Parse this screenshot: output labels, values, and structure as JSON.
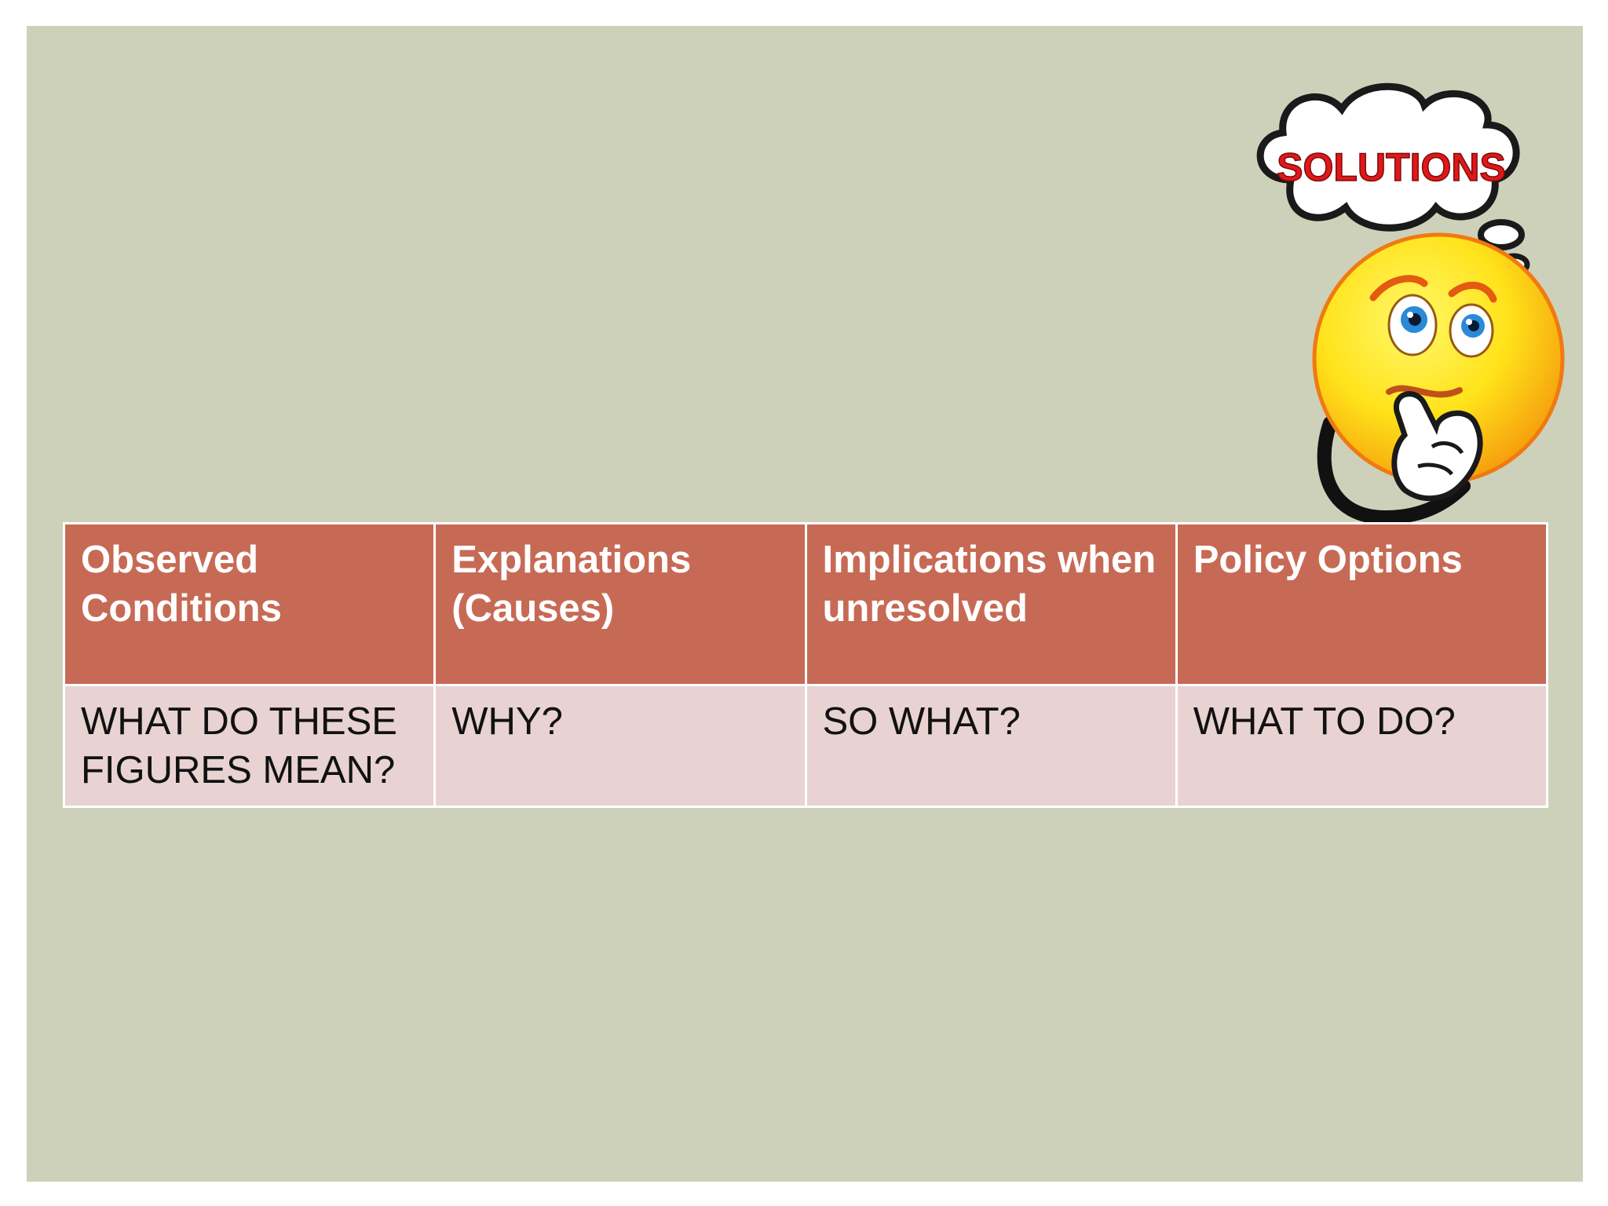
{
  "table": {
    "headers": [
      "Observed Conditions",
      "Explanations (Causes)",
      "Implications when unresolved",
      "Policy Options"
    ],
    "cells": [
      "WHAT DO THESE FIGURES MEAN?",
      "WHY?",
      "SO WHAT?",
      "WHAT TO DO?"
    ]
  },
  "clipart": {
    "bubble_text": "SOLUTIONS",
    "text_color": "#e0181a",
    "face_color": "#ffe21a"
  },
  "colors": {
    "background": "#cdd1ba",
    "header_fill": "#c76a55",
    "body_fill": "#e8d2d2"
  }
}
